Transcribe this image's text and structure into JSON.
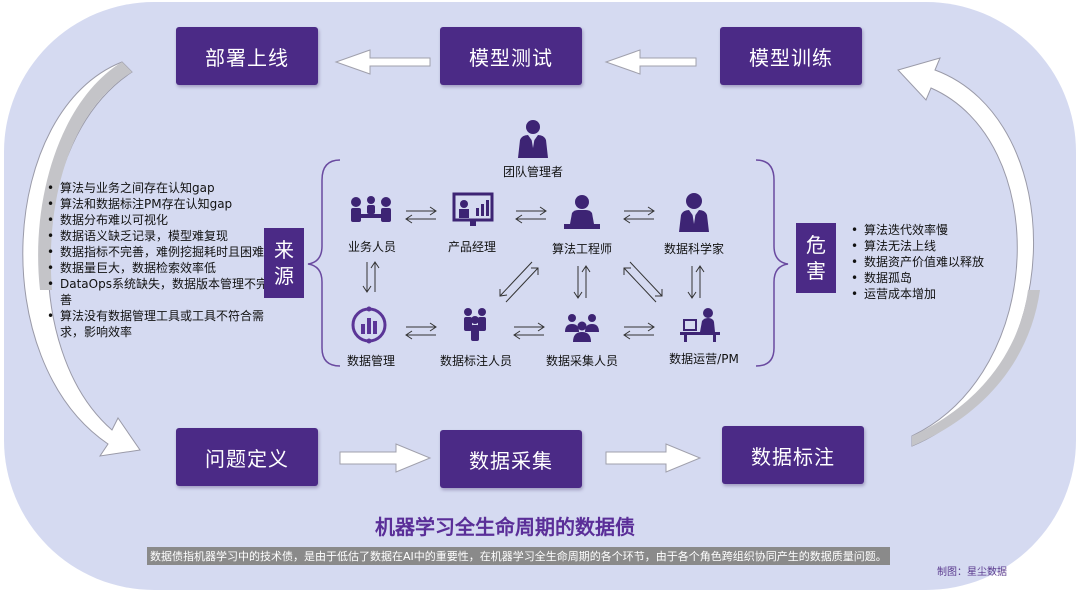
{
  "stages": {
    "deploy": "部署上线",
    "test": "模型测试",
    "train": "模型训练",
    "define": "问题定义",
    "collect": "数据采集",
    "label": "数据标注"
  },
  "sources": {
    "label_top": "来",
    "label_bottom": "源",
    "items": [
      "算法与业务之间存在认知gap",
      "算法和数据标注PM存在认知gap",
      "数据分布难以可视化",
      "数据语义缺乏记录，模型难复现",
      "数据指标不完善，难例挖掘耗时且困难",
      "数据量巨大，数据检索效率低",
      "DataOps系统缺失，数据版本管理不完善",
      "算法没有数据管理工具或工具不符合需求，影响效率"
    ]
  },
  "harms": {
    "label_top": "危",
    "label_bottom": "害",
    "items": [
      "算法迭代效率慢",
      "算法无法上线",
      "数据资产价值难以释放",
      "数据孤岛",
      "运营成本增加"
    ]
  },
  "roles": {
    "team_manager": "团队管理者",
    "business": "业务人员",
    "product_manager": "产品经理",
    "algorithm_engineer": "算法工程师",
    "data_scientist": "数据科学家",
    "data_management": "数据管理",
    "labelers": "数据标注人员",
    "collectors": "数据采集人员",
    "ops_pm": "数据运营/PM"
  },
  "title": "机器学习全生命周期的数据债",
  "caption": "数据债指机器学习中的技术债，是由于低估了数据在AI中的重要性，在机器学习全生命周期的各个环节，由于各个角色跨组织协同产生的数据质量问题。",
  "credit": "制图：星尘数据",
  "colors": {
    "primary": "#4b2a86",
    "background": "#d5daf1",
    "title": "#5a2e98"
  }
}
